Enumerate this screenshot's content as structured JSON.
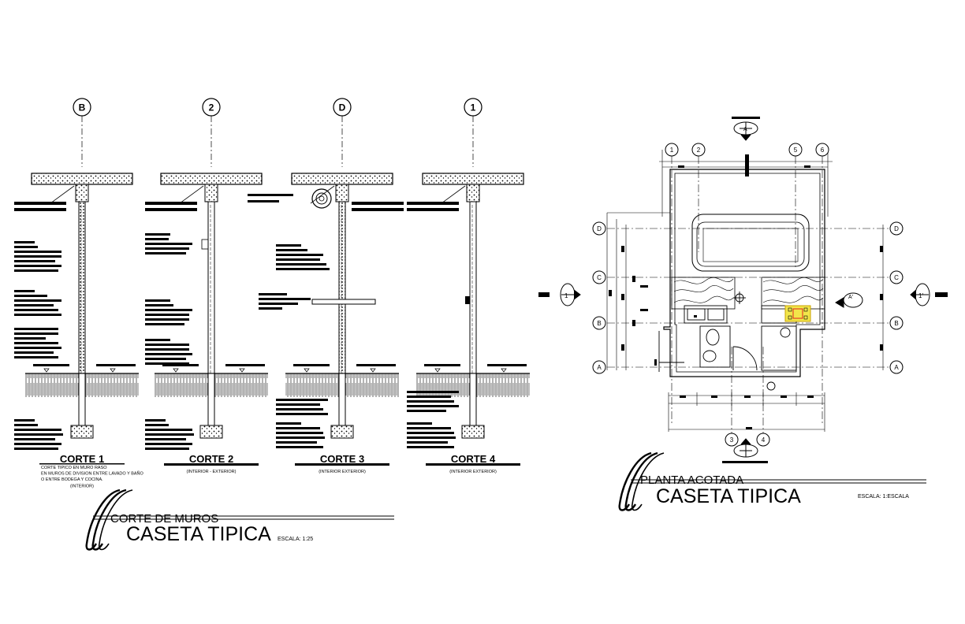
{
  "sections": [
    {
      "grid": "B",
      "title": "CORTE 1",
      "notes": [
        "CORTE TIPICO EN MURO RASO",
        "EN MUROS DE DIVISION ENTRE LAVADO Y BAÑO",
        "O ENTRE BODEGA Y COCINA.",
        "(INTERIOR)"
      ]
    },
    {
      "grid": "2",
      "title": "CORTE 2",
      "notes": [
        "(INTERIOR - EXTERIOR)"
      ]
    },
    {
      "grid": "D",
      "title": "CORTE 3",
      "notes": [
        "(INTERIOR EXTERIOR)"
      ]
    },
    {
      "grid": "1",
      "title": "CORTE 4",
      "notes": [
        "(INTERIOR EXTERIOR)"
      ]
    }
  ],
  "left_block": {
    "subtitle": "CORTE DE MUROS",
    "title": "CASETA TIPICA",
    "scale": "ESCALA: 1:25"
  },
  "right_block": {
    "subtitle": "PLANTA ACOTADA",
    "title": "CASETA TIPICA",
    "scale": "ESCALA: 1:ESCALA"
  },
  "plan": {
    "top_axes": [
      "1",
      "2",
      "5",
      "6"
    ],
    "bottom_axes": [
      "3",
      "4"
    ],
    "left_axes": [
      "D",
      "C",
      "B",
      "A"
    ],
    "right_axes": [
      "D",
      "C",
      "B",
      "A"
    ],
    "section_marks": [
      "A",
      "A'",
      "1",
      "1'"
    ]
  },
  "colors": {
    "line": "#000000",
    "highlight": "#f2e64a",
    "accent": "#e02020"
  }
}
